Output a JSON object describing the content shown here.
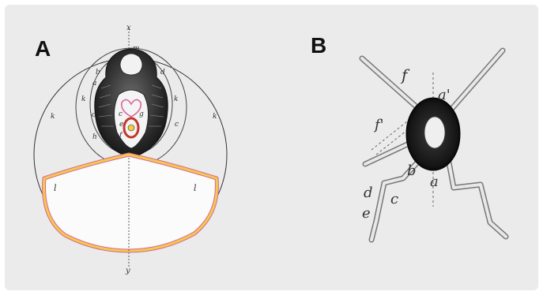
{
  "panels": {
    "a": {
      "label": "A",
      "letters": {
        "x_top": "x",
        "m": "m",
        "b_left": "b",
        "d_right": "d",
        "a": "a",
        "k_inner_left": "k",
        "k_inner_right": "k",
        "c_left": "c",
        "c_inner": "c",
        "g": "g",
        "e": "e",
        "f": "f",
        "h": "h",
        "c_right": "c",
        "k_outer_left": "k",
        "k_outer_right": "k",
        "l_left": "l",
        "l_right": "l",
        "y_bottom": "y"
      }
    },
    "b": {
      "label": "B",
      "letters": {
        "f": "f",
        "a_prime": "a'",
        "f_prime": "f'",
        "b": "b",
        "a": "a",
        "d": "d",
        "c": "c",
        "e": "e"
      }
    }
  },
  "colors": {
    "background": "#ebebeb",
    "ink": "#1a1a1a",
    "yellow": "#f2c94c",
    "pink": "#d9669a",
    "red": "#c0392b"
  }
}
